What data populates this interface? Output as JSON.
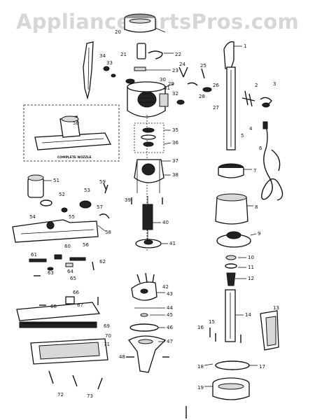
{
  "watermark": "AppliancePartsPros.com",
  "inset_caption": "COMPLETE NOZZLE",
  "labels": [
    {
      "text": "20"
    },
    {
      "text": "21"
    },
    {
      "text": "22"
    },
    {
      "text": "23"
    },
    {
      "text": "24"
    },
    {
      "text": "25"
    },
    {
      "text": "26"
    },
    {
      "text": "27"
    },
    {
      "text": "28"
    },
    {
      "text": "29"
    },
    {
      "text": "30"
    },
    {
      "text": "31"
    },
    {
      "text": "32"
    },
    {
      "text": "33"
    },
    {
      "text": "34"
    },
    {
      "text": "35"
    },
    {
      "text": "36"
    },
    {
      "text": "37"
    },
    {
      "text": "38"
    },
    {
      "text": "39"
    },
    {
      "text": "40"
    },
    {
      "text": "41"
    },
    {
      "text": "42"
    },
    {
      "text": "43"
    },
    {
      "text": "44"
    },
    {
      "text": "45"
    },
    {
      "text": "46"
    },
    {
      "text": "47"
    },
    {
      "text": "48"
    },
    {
      "text": "1"
    },
    {
      "text": "2"
    },
    {
      "text": "3"
    },
    {
      "text": "4"
    },
    {
      "text": "5"
    },
    {
      "text": "6"
    },
    {
      "text": "7"
    },
    {
      "text": "8"
    },
    {
      "text": "9"
    },
    {
      "text": "10"
    },
    {
      "text": "11"
    },
    {
      "text": "12"
    },
    {
      "text": "13"
    },
    {
      "text": "14"
    },
    {
      "text": "15"
    },
    {
      "text": "16"
    },
    {
      "text": "17"
    },
    {
      "text": "18"
    },
    {
      "text": "19"
    },
    {
      "text": "50"
    },
    {
      "text": "51"
    },
    {
      "text": "52"
    },
    {
      "text": "53"
    },
    {
      "text": "54"
    },
    {
      "text": "55"
    },
    {
      "text": "56"
    },
    {
      "text": "57"
    },
    {
      "text": "58"
    },
    {
      "text": "59"
    },
    {
      "text": "60"
    },
    {
      "text": "61"
    },
    {
      "text": "62"
    },
    {
      "text": "63"
    },
    {
      "text": "64"
    },
    {
      "text": "65"
    },
    {
      "text": "66"
    },
    {
      "text": "67"
    },
    {
      "text": "68"
    },
    {
      "text": "69"
    },
    {
      "text": "70"
    },
    {
      "text": "71"
    },
    {
      "text": "72"
    },
    {
      "text": "73"
    }
  ]
}
